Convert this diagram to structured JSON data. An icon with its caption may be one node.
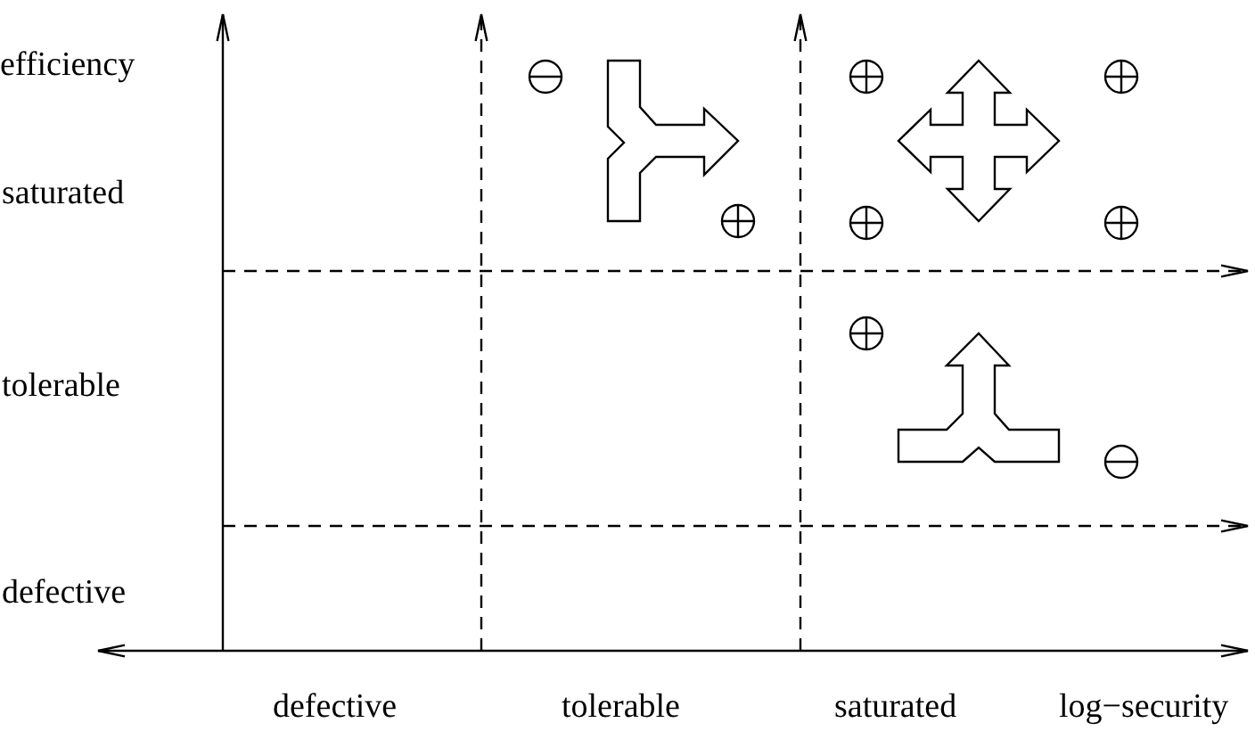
{
  "diagram": {
    "labels": [
      "efficiency",
      "saturated",
      "tolerable",
      "defective",
      "defective",
      "tolerable",
      "saturated",
      "log−security"
    ]
  }
}
